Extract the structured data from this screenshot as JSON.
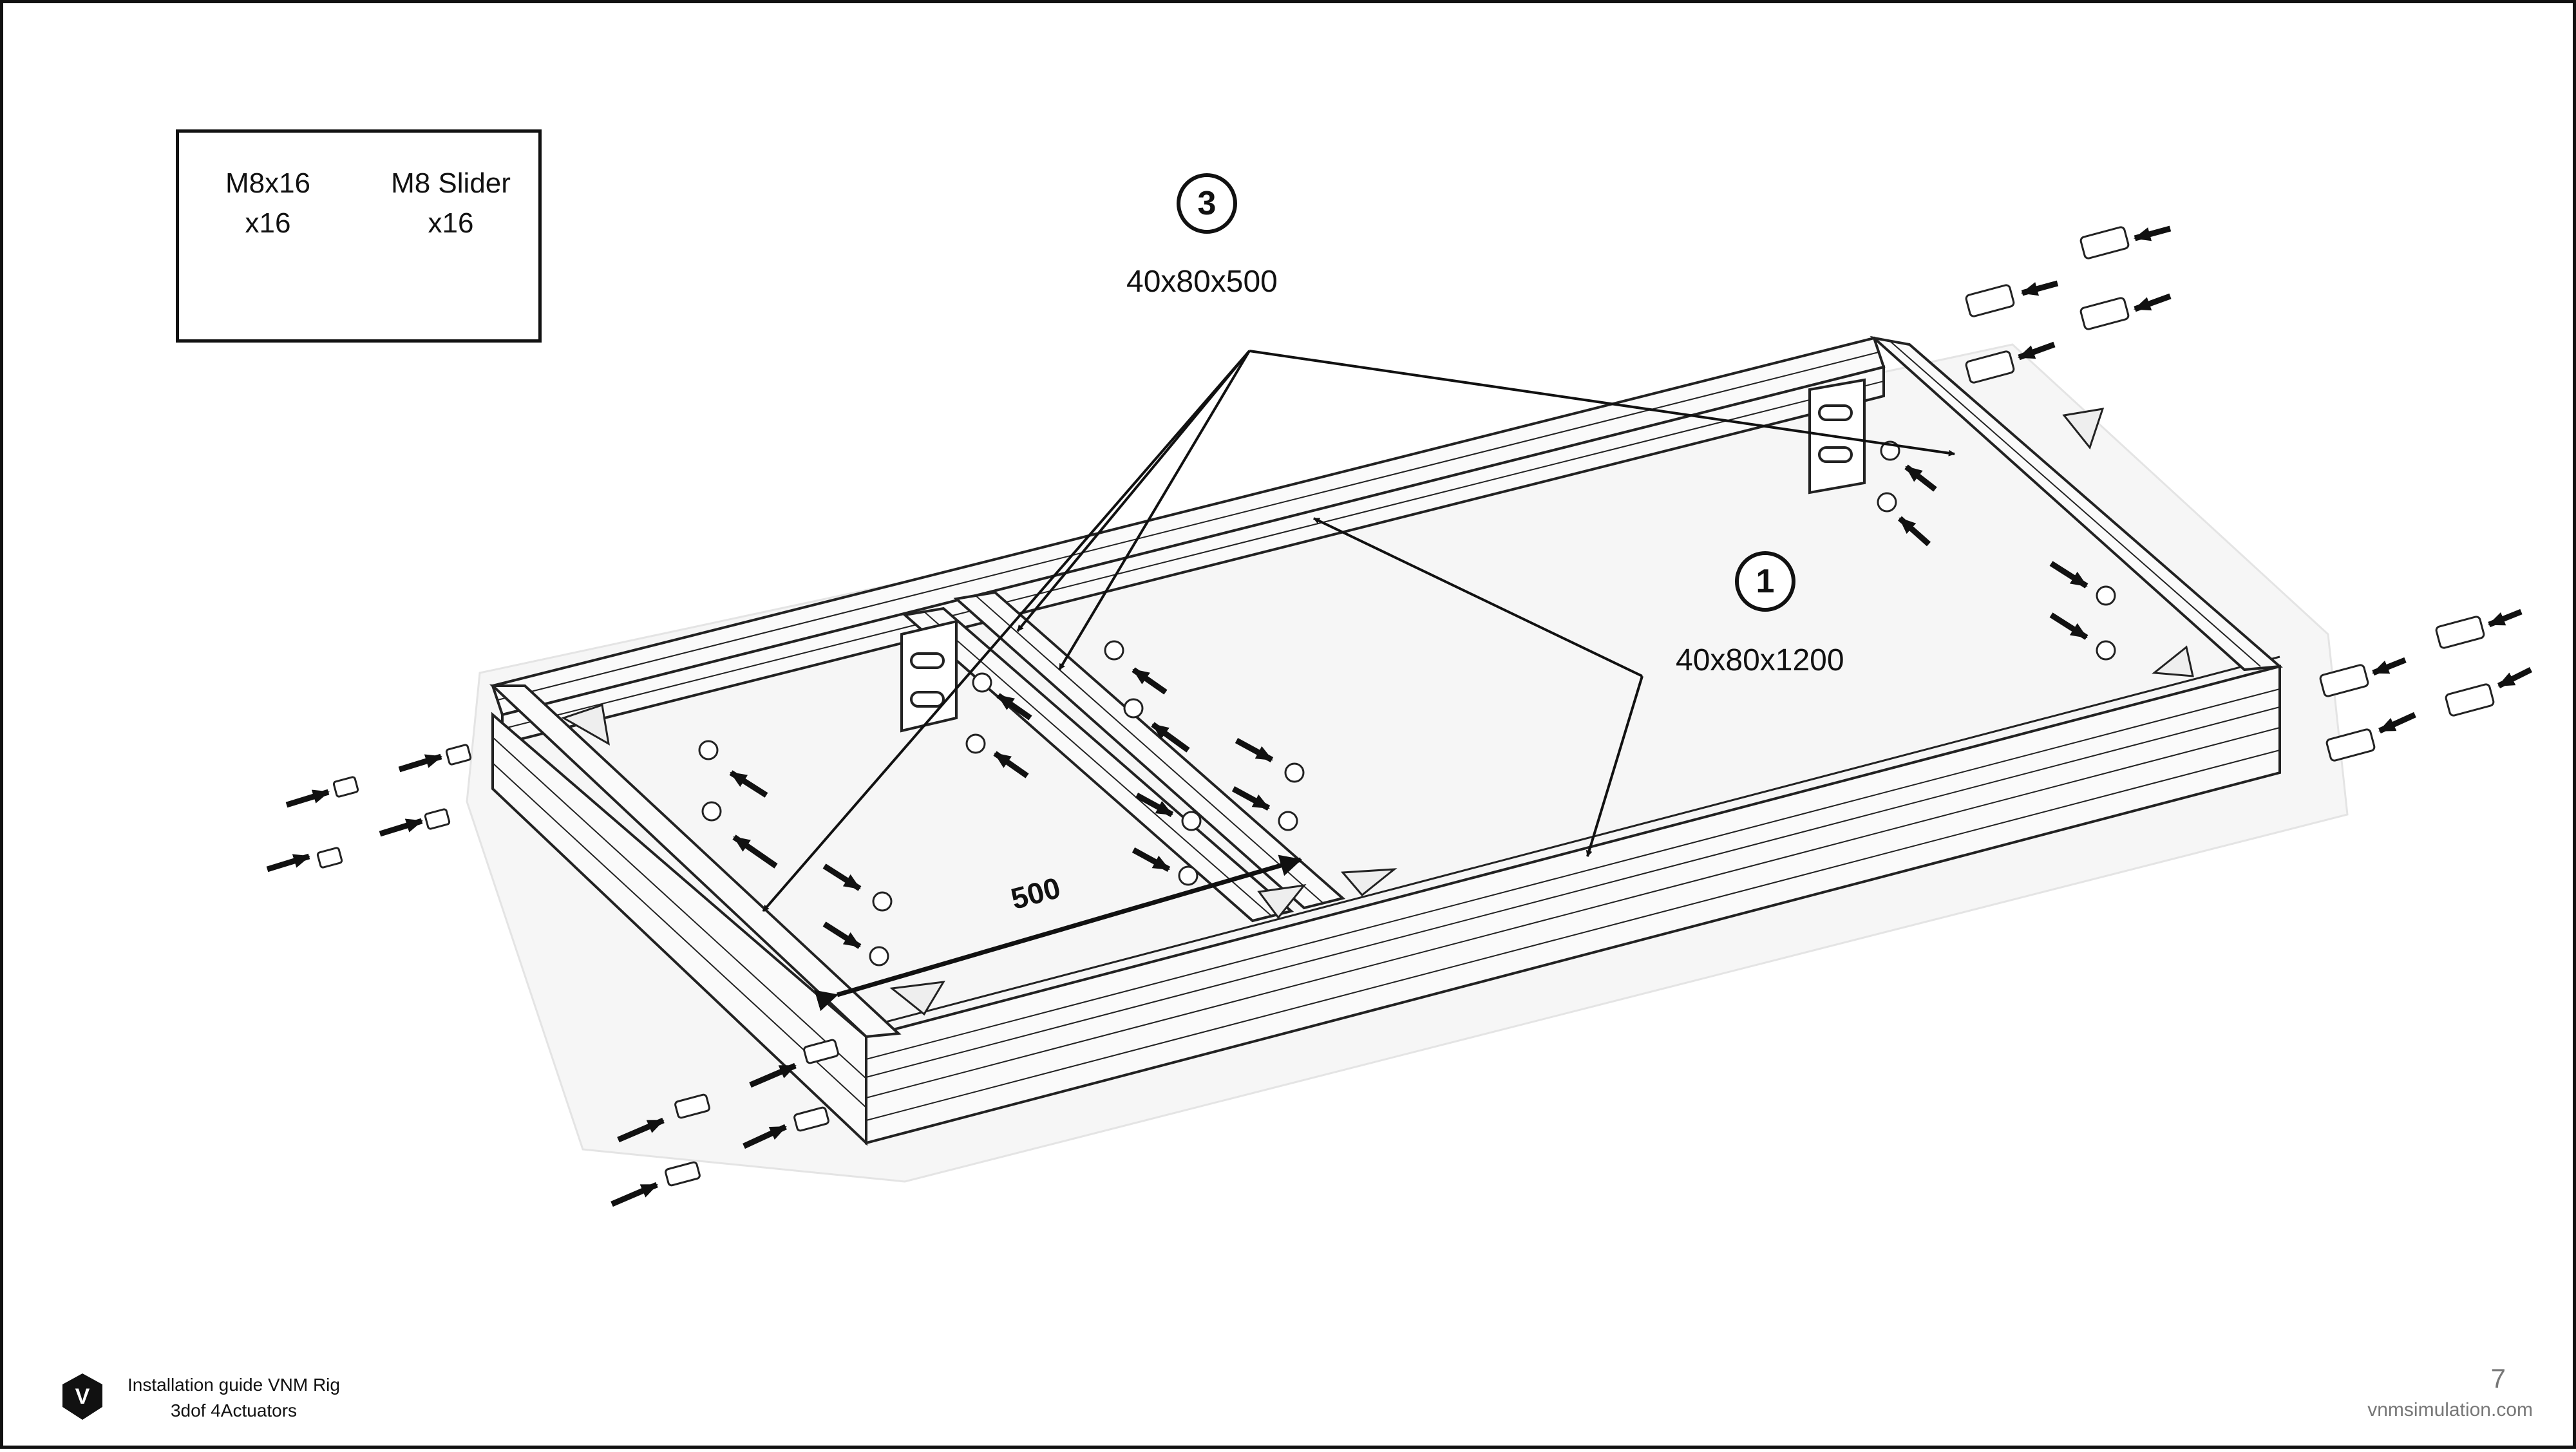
{
  "parts": [
    {
      "name": "M8x16",
      "qty": "x16",
      "icon": "bolt-icon"
    },
    {
      "name": "M8 Slider",
      "qty": "x16",
      "icon": "slider-nut-icon"
    }
  ],
  "callouts": [
    {
      "number": "3",
      "label": "40x80x500"
    },
    {
      "number": "1",
      "label": "40x80x1200"
    }
  ],
  "measurement": "500",
  "footer": {
    "title": "Installation guide VNM Rig",
    "subtitle": "3dof 4Actuators",
    "page_number": "7",
    "website": "vnmsimulation.com",
    "logo_letter": "V"
  }
}
